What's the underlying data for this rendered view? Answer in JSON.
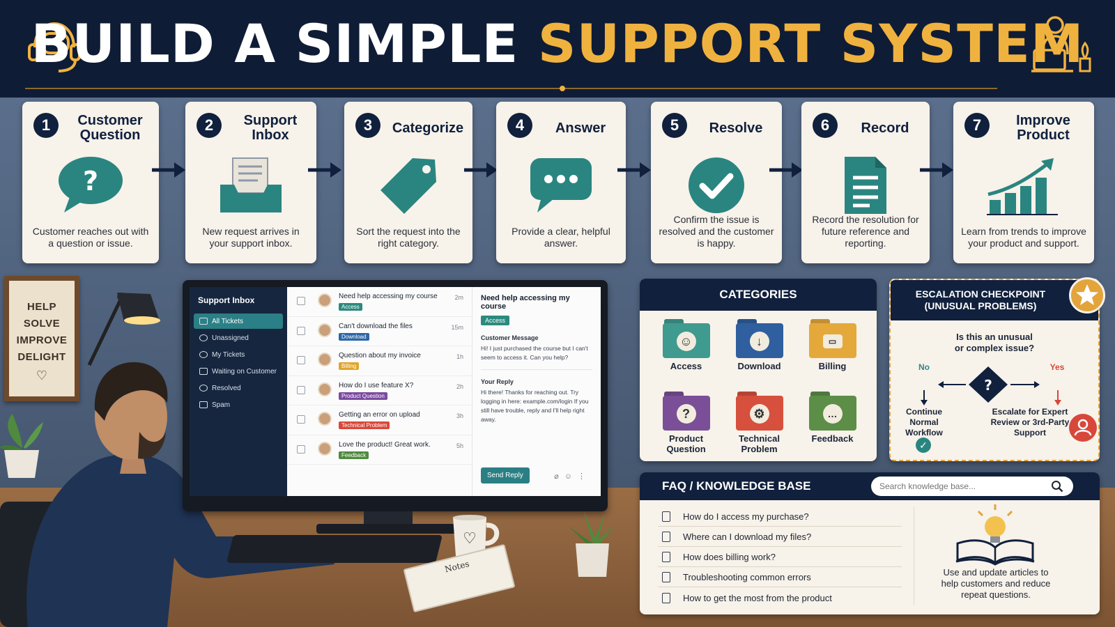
{
  "title": {
    "part1": "BUILD A SIMPLE",
    "part2": "SUPPORT SYSTEM"
  },
  "colors": {
    "navy": "#10203d",
    "gold": "#f0b23e",
    "teal": "#2a8a86",
    "card": "#f7f2ea"
  },
  "steps": [
    {
      "num": "1",
      "title": "Customer Question",
      "icon": "question-bubble-icon",
      "desc": "Customer reaches out with a question or issue."
    },
    {
      "num": "2",
      "title": "Support Inbox",
      "icon": "inbox-tray-icon",
      "desc": "New request arrives in your support inbox."
    },
    {
      "num": "3",
      "title": "Categorize",
      "icon": "tag-icon",
      "desc": "Sort the request into the right category."
    },
    {
      "num": "4",
      "title": "Answer",
      "icon": "chat-bubble-icon",
      "desc": "Provide a clear, helpful answer."
    },
    {
      "num": "5",
      "title": "Resolve",
      "icon": "check-circle-icon",
      "desc": "Confirm the issue is resolved and the customer is happy."
    },
    {
      "num": "6",
      "title": "Record",
      "icon": "document-icon",
      "desc": "Record the resolution for future reference and reporting."
    },
    {
      "num": "7",
      "title": "Improve Product",
      "icon": "growth-chart-icon",
      "desc": "Learn from trends to improve your product and support."
    }
  ],
  "sign": {
    "words": [
      "HELP",
      "SOLVE",
      "IMPROVE",
      "DELIGHT"
    ]
  },
  "inbox": {
    "title": "Support Inbox",
    "nav": [
      "All Tickets",
      "Unassigned",
      "My Tickets",
      "Waiting on Customer",
      "Resolved",
      "Spam"
    ],
    "tickets": [
      {
        "subject": "Need help accessing my course",
        "tag": "Access",
        "tag_color": "#2b8a7e",
        "age": "2m"
      },
      {
        "subject": "Can't download the files",
        "tag": "Download",
        "tag_color": "#2c66a8",
        "age": "15m"
      },
      {
        "subject": "Question about my invoice",
        "tag": "Billing",
        "tag_color": "#e0a52e",
        "age": "1h"
      },
      {
        "subject": "How do I use feature X?",
        "tag": "Product Question",
        "tag_color": "#7b4aa0",
        "age": "2h"
      },
      {
        "subject": "Getting an error on upload",
        "tag": "Technical Problem",
        "tag_color": "#d8483a",
        "age": "3h"
      },
      {
        "subject": "Love the product! Great work.",
        "tag": "Feedback",
        "tag_color": "#4f8a3f",
        "age": "5h"
      }
    ],
    "detail": {
      "subject": "Need help accessing my course",
      "tag": "Access",
      "message_label": "Customer Message",
      "message": "Hi! I just purchased the course but I can't seem to access it. Can you help?",
      "reply_label": "Your Reply",
      "reply": "Hi there! Thanks for reaching out. Try logging in here: example.com/login If you still have trouble, reply and I'll help right away.",
      "send_label": "Send Reply"
    }
  },
  "notes_label": "Notes",
  "categories": {
    "title": "CATEGORIES",
    "items": [
      {
        "label": "Access",
        "color": "#3f9a8f",
        "glyph": "person-icon"
      },
      {
        "label": "Download",
        "color": "#2f5f9e",
        "glyph": "download-arrow-icon"
      },
      {
        "label": "Billing",
        "color": "#e4a93a",
        "glyph": "credit-card-icon"
      },
      {
        "label": "Product Question",
        "color": "#7a4f97",
        "glyph": "question-icon"
      },
      {
        "label": "Technical Problem",
        "color": "#d6503d",
        "glyph": "gear-icon"
      },
      {
        "label": "Feedback",
        "color": "#5c8e47",
        "glyph": "speech-bubble-icon"
      }
    ]
  },
  "escalation": {
    "title": "ESCALATION CHECKPOINT (UNUSUAL PROBLEMS)",
    "question": "Is this an unusual or complex issue?",
    "no_label": "No",
    "yes_label": "Yes",
    "no_outcome": "Continue Normal Workflow",
    "yes_outcome": "Escalate for Expert Review or 3rd-Party Support"
  },
  "faq": {
    "title": "FAQ / KNOWLEDGE BASE",
    "search_placeholder": "Search knowledge base...",
    "items": [
      "How do I access my purchase?",
      "Where can I download my files?",
      "How does billing work?",
      "Troubleshooting common errors",
      "How to get the most from the product"
    ],
    "side_text": "Use and update articles to help customers and reduce repeat questions."
  }
}
